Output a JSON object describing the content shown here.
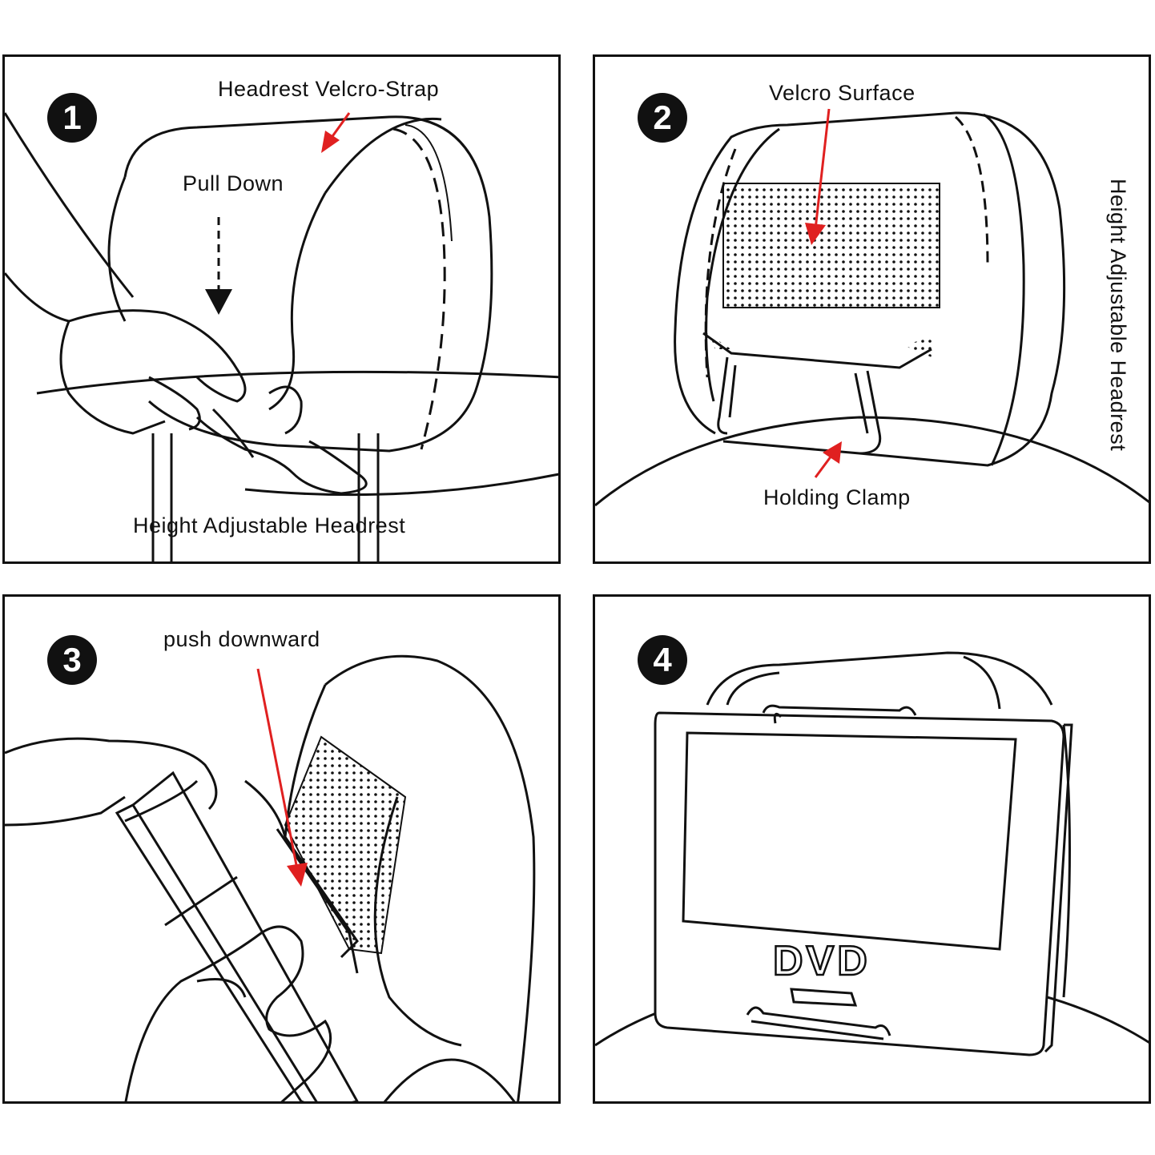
{
  "panels": [
    {
      "step": "1",
      "labels": {
        "strap": "Headrest Velcro-Strap",
        "pull": "Pull Down",
        "headrest": "Height Adjustable Headrest"
      }
    },
    {
      "step": "2",
      "labels": {
        "velcro": "Velcro Surface",
        "clamp": "Holding Clamp",
        "headrest": "Height Adjustable Headrest"
      }
    },
    {
      "step": "3",
      "labels": {
        "push": "push downward"
      }
    },
    {
      "step": "4",
      "labels": {
        "dvd": "DVD"
      }
    }
  ],
  "colors": {
    "arrow": "#e02020",
    "line": "#111111"
  }
}
